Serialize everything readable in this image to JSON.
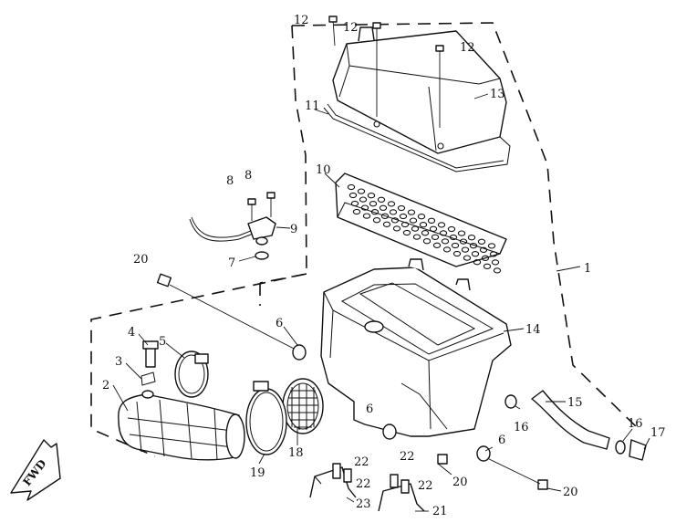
{
  "callouts": {
    "c1": "1",
    "c2": "2",
    "c3": "3",
    "c4": "4",
    "c5": "5",
    "c6a": "6",
    "c6b": "6",
    "c6c": "6",
    "c7": "7",
    "c8a": "8",
    "c8b": "8",
    "c9": "9",
    "c10": "10",
    "c11": "11",
    "c12a": "12",
    "c12b": "12",
    "c12c": "12",
    "c13": "13",
    "c14": "14",
    "c15": "15",
    "c16a": "16",
    "c16b": "16",
    "c17": "17",
    "c18": "18",
    "c19": "19",
    "c20a": "20",
    "c20b": "20",
    "c20c": "20",
    "c21": "21",
    "c22a": "22",
    "c22b": "22",
    "c22c": "22",
    "c22d": "22",
    "c23": "23"
  },
  "fwd_badge": "FWD"
}
